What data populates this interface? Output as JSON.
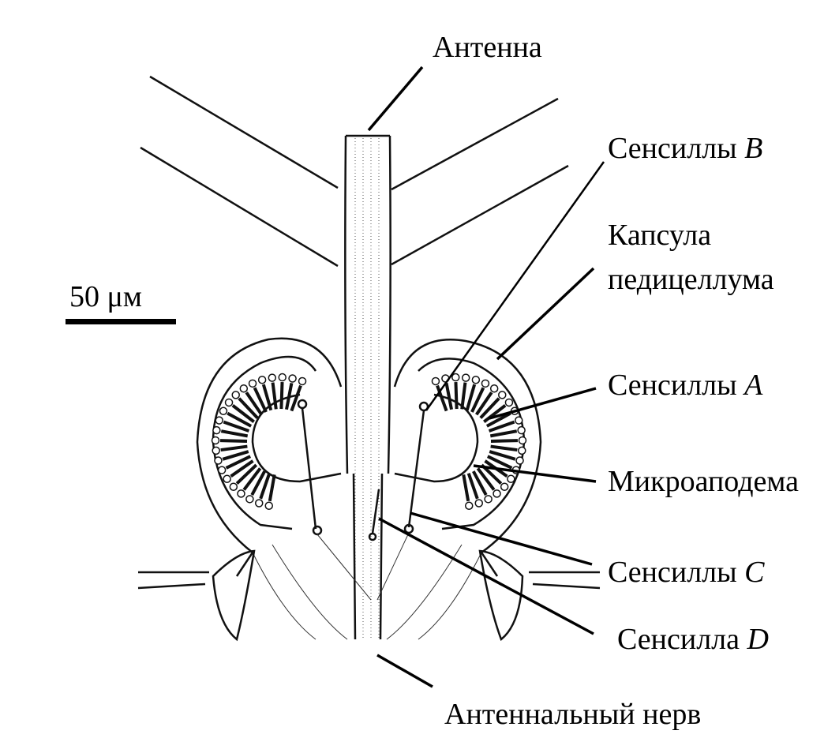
{
  "labels": {
    "antenna": "Антенна",
    "sensilla_b": "Сенсиллы",
    "sensilla_b_letter": "B",
    "capsule_line1": "Капсула",
    "capsule_line2": "педицеллума",
    "sensilla_a": "Сенсиллы",
    "sensilla_a_letter": "A",
    "microapodeme": "Микроаподема",
    "sensilla_c": "Сенсиллы",
    "sensilla_c_letter": "C",
    "sensilla_d": "Сенсилла",
    "sensilla_d_letter": "D",
    "antennal_nerve": "Антеннальный нерв"
  },
  "scale_bar": {
    "label": "50 μм",
    "value": 50,
    "unit": "μм"
  }
}
